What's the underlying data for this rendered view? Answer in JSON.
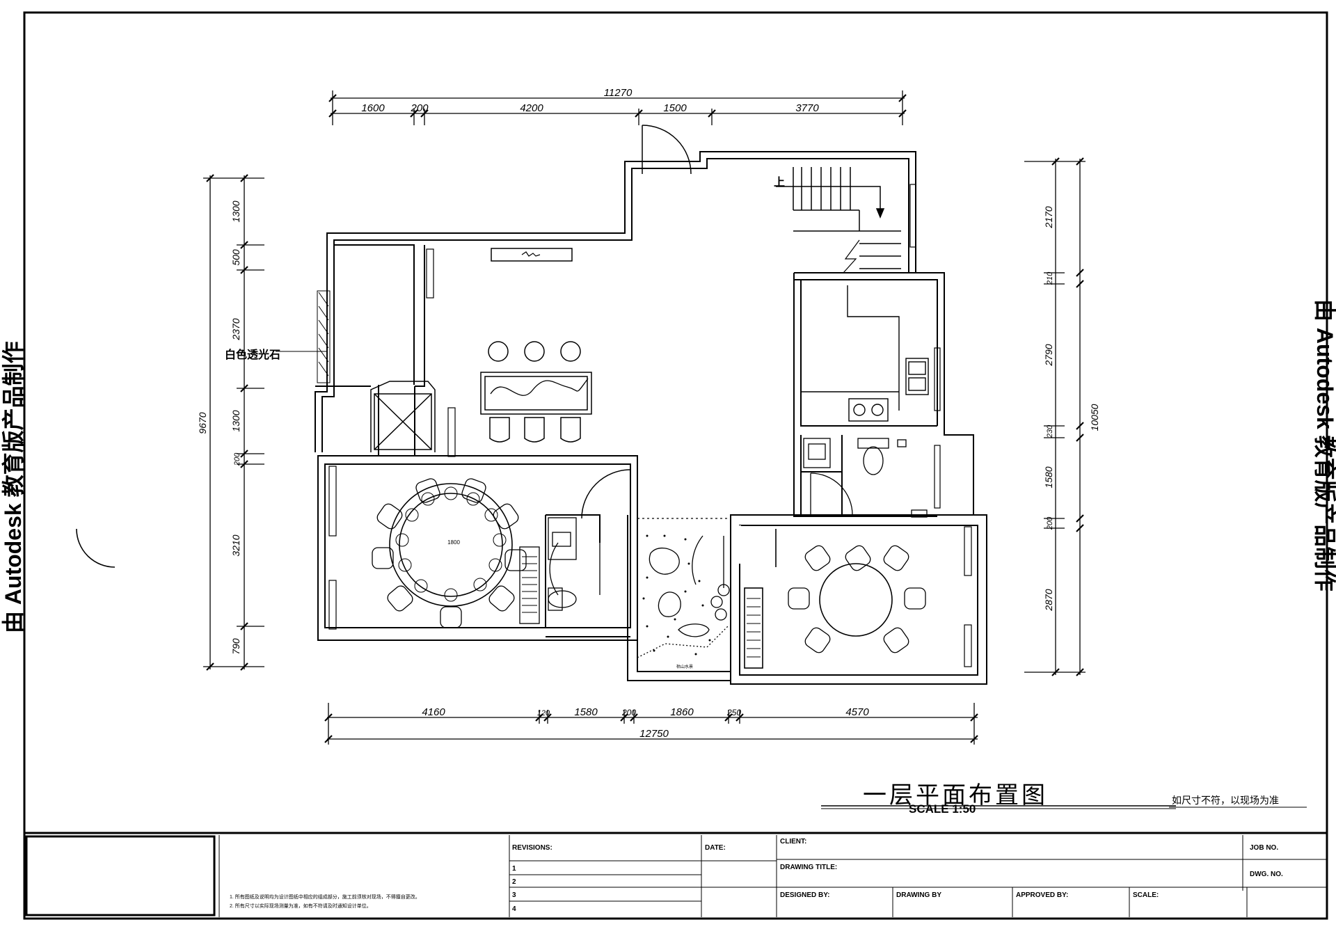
{
  "watermark": "由 Autodesk 教育版产品制作",
  "title_block": {
    "revisions_label": "REVISIONS:",
    "revision_numbers": [
      "1",
      "2",
      "3",
      "4"
    ],
    "date_label": "DATE:",
    "client_label": "CLIENT:",
    "job_no_label": "JOB NO.",
    "drawing_title_label": "DRAWING TITLE:",
    "dwg_no_label": "DWG. NO.",
    "designed_by_label": "DESIGNED BY:",
    "drawing_by_label": "DRAWING BY",
    "approved_by_label": "APPROVED BY:",
    "scale_label": "SCALE:",
    "notes": [
      "1. 所有图纸及说明均为设计图纸中相应的组成部分，施工前须核对现场，不得擅自更改。",
      "2. 所有尺寸以实际现场测量为准，如有不符请及时通知设计单位。"
    ]
  },
  "plan": {
    "title": "一层平面布置图",
    "scale": "SCALE 1:50",
    "remark": "如尺寸不符，以现场为准",
    "material_label": "白色透光石",
    "stair_label": "上",
    "table_size_label": "1800",
    "courtyard_label": "枯山水景"
  },
  "dimensions": {
    "top_total": "11270",
    "top": [
      "1600",
      "200",
      "4200",
      "1500",
      "3770"
    ],
    "bottom": [
      "4160",
      "120",
      "1580",
      "200",
      "1860",
      "250",
      "4570"
    ],
    "bottom_total": "12750",
    "left_total": "9670",
    "left": [
      "1300",
      "500",
      "2370",
      "1300",
      "200",
      "3210",
      "790"
    ],
    "right_total": "10050",
    "right": [
      "2170",
      "210",
      "2790",
      "230",
      "1580",
      "200",
      "2870"
    ]
  }
}
